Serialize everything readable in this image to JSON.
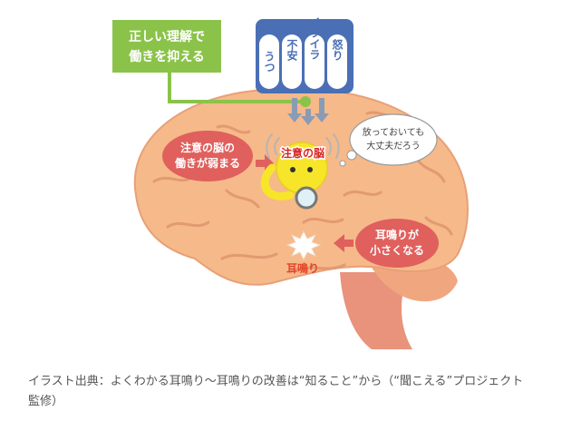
{
  "green_box": {
    "line1": "正しい理解で",
    "line2": "働きを抑える",
    "color": "#8bc34a"
  },
  "emotions": {
    "color": "#4a6fb5",
    "items": [
      "うつ",
      "不安",
      "イライラ",
      "怒り"
    ]
  },
  "left_bubble": {
    "line1": "注意の脳の",
    "line2": "働きが弱まる",
    "color": "#e0605d"
  },
  "right_bubble": {
    "line1": "耳鳴りが",
    "line2": "小さくなる",
    "color": "#e0605d"
  },
  "thought_bubble": {
    "line1": "放っておいても",
    "line2": "大丈夫だろう"
  },
  "character": {
    "label": "注意の脳",
    "color": "#f7e52a"
  },
  "tinnitus": {
    "label": "耳鳴り",
    "color": "#e4452b"
  },
  "brain": {
    "color": "#f6b98a",
    "stem_color": "#e9927c"
  },
  "caption": {
    "line1": "イラスト出典：よくわかる耳鳴り～耳鳴りの改善は“知ること”から（“聞こえる”プロジェクト",
    "line2": "監修）"
  }
}
